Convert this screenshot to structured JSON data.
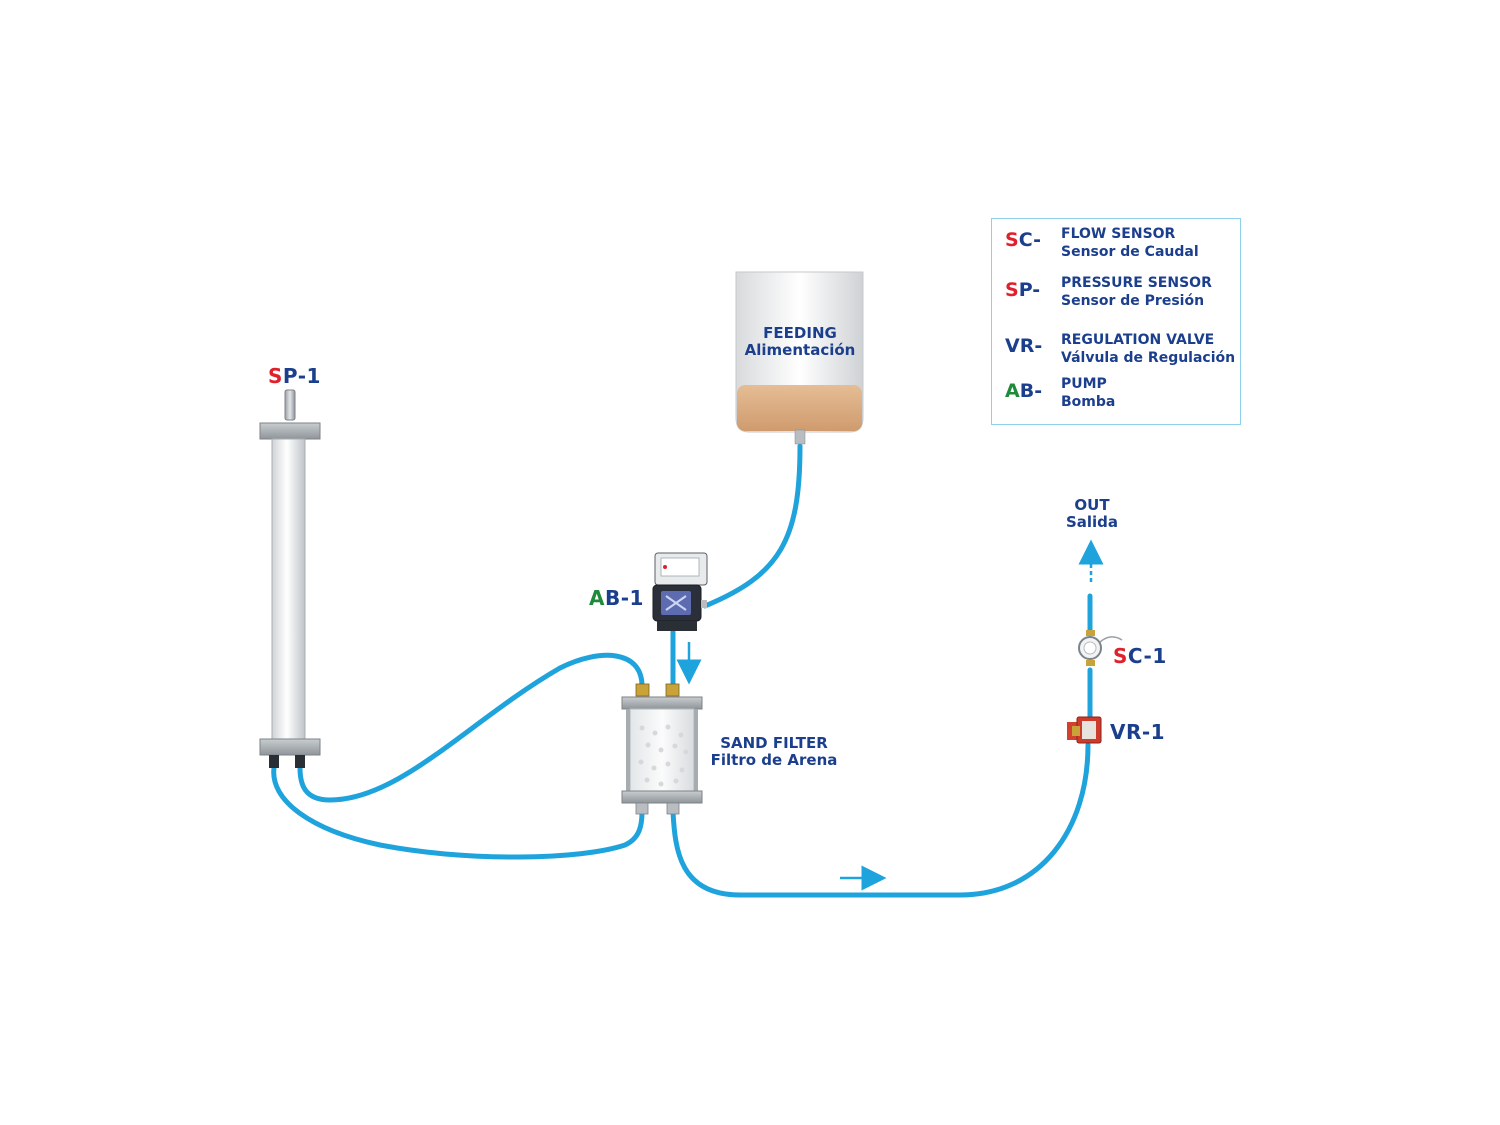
{
  "labels": {
    "sp1": {
      "prefix": "S",
      "rest": "P-1"
    },
    "ab1": {
      "prefix": "A",
      "rest": "B-1"
    },
    "sc1": {
      "prefix": "S",
      "rest": "C-1"
    },
    "vr1": "VR-1",
    "feeding": {
      "line1": "FEEDING",
      "line2": "Alimentación"
    },
    "sand_filter": {
      "line1": "SAND FILTER",
      "line2": "Filtro de Arena"
    },
    "out": {
      "line1": "OUT",
      "line2": "Salida"
    }
  },
  "legend": {
    "items": [
      {
        "prefix": "S",
        "rest": "C-",
        "line1": "FLOW SENSOR",
        "line2": "Sensor de Caudal",
        "prefix_color": "#e0202a"
      },
      {
        "prefix": "S",
        "rest": "P-",
        "line1": "PRESSURE SENSOR",
        "line2": "Sensor de Presión",
        "prefix_color": "#e0202a"
      },
      {
        "prefix": "",
        "rest": "VR-",
        "line1": "REGULATION VALVE",
        "line2": "Válvula de Regulación",
        "prefix_color": "#1b3f8c"
      },
      {
        "prefix": "A",
        "rest": "B-",
        "line1": "PUMP",
        "line2": "Bomba",
        "prefix_color": "#1f8a3a"
      }
    ]
  },
  "colors": {
    "pipe": "#1fa3dc",
    "label_text": "#1b3f8c",
    "sensor_prefix": "#e0202a",
    "pump_prefix": "#1f8a3a",
    "feed_liquid": "#d9a77a",
    "legend_border": "#8fd0ec"
  }
}
